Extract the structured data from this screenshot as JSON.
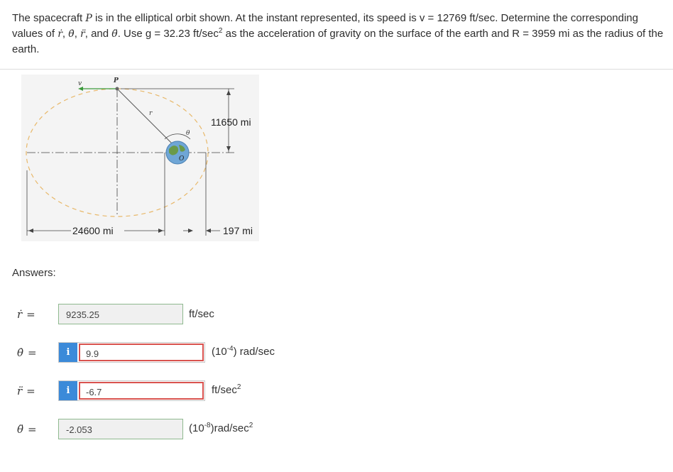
{
  "problem": {
    "p1": "The spacecraft ",
    "p_var": "P",
    "p2": " is in the elliptical orbit shown. At the instant represented, its speed is v = 12769 ft/sec. Determine the corresponding values of ",
    "rdot": "ṙ",
    "sep1": ", ",
    "thetadot": "θ̇",
    "sep2": ", ",
    "rddot": "r̈",
    "sep3": ",  and ",
    "thetaddot": "θ̈",
    "p3": ". Use g = 32.23 ft/sec",
    "sq": "2",
    "p4": " as the acceleration of gravity on the surface of the earth and R = 3959 mi as the radius of the earth."
  },
  "figure": {
    "label_v": "v",
    "label_p": "P",
    "label_r": "r",
    "label_theta": "θ",
    "label_o": "O",
    "dim_height": "11650 mi",
    "dim_width": "24600 mi",
    "dim_gap": "197 mi"
  },
  "answers_label": "Answers:",
  "answers": [
    {
      "symbol": "ṙ",
      "value": "9235.25",
      "unit": "ft/sec",
      "unit_sup": "",
      "unit_pre": ""
    },
    {
      "symbol": "θ̇",
      "value": "9.9",
      "unit_pre": "(10",
      "unit_sup": "-4",
      "unit": ") rad/sec"
    },
    {
      "symbol": "r̈",
      "value": "-6.7",
      "unit_pre": "",
      "unit_sup": "2",
      "unit": "ft/sec"
    },
    {
      "symbol": "θ̈",
      "value": "-2.053",
      "unit_pre": "(10",
      "unit_sup": "-8",
      "unit": ")rad/sec"
    }
  ],
  "info_icon_glyph": "i",
  "colors": {
    "wrong_border": "#d9534f",
    "info_blue": "#3b8ad9",
    "correct_border": "#8fb98f",
    "orbit": "#e8b86a"
  }
}
